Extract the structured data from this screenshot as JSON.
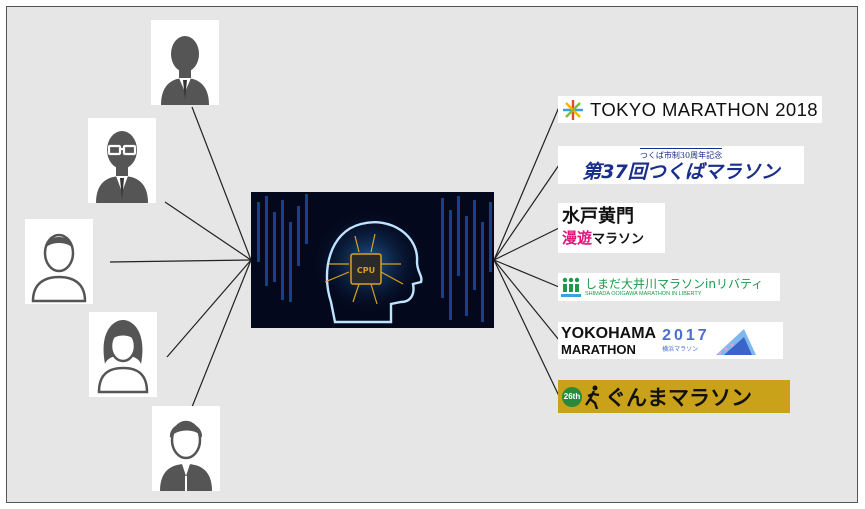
{
  "people": [
    {
      "name": "person-suit-man"
    },
    {
      "name": "person-glasses-man"
    },
    {
      "name": "person-outline-man"
    },
    {
      "name": "person-woman"
    },
    {
      "name": "person-casual-man"
    }
  ],
  "center": {
    "chip_label": "CPU"
  },
  "marathons": {
    "tokyo": {
      "text": "TOKYO MARATHON 2018"
    },
    "tsukuba": {
      "subtitle": "つくば市制30周年記念",
      "title": "第37回つくばマラソン"
    },
    "mito": {
      "line1": "水戸黄門",
      "line2a": "漫遊",
      "line2b": "マラソン"
    },
    "shimada": {
      "title": "しまだ大井川マラソンinリバティ",
      "subtitle": "SHIMADA OOIGAWA MARATHON IN LIBERTY"
    },
    "yokohama": {
      "line1": "YOKOHAMA",
      "line2": "MARATHON",
      "year": "2017",
      "kana": "横浜マラソン"
    },
    "gunma": {
      "badge": "26th",
      "title": "ぐんまマラソン"
    }
  },
  "colors": {
    "background": "#e6e6e6",
    "line": "#222222",
    "avatar": "#555555",
    "tsukuba_blue": "#1a2e8c",
    "mito_pink": "#e0157a",
    "shimada_green": "#1a9a4a",
    "yokohama_blue": "#4a6fd0",
    "gunma_gold": "#c9a21a"
  }
}
